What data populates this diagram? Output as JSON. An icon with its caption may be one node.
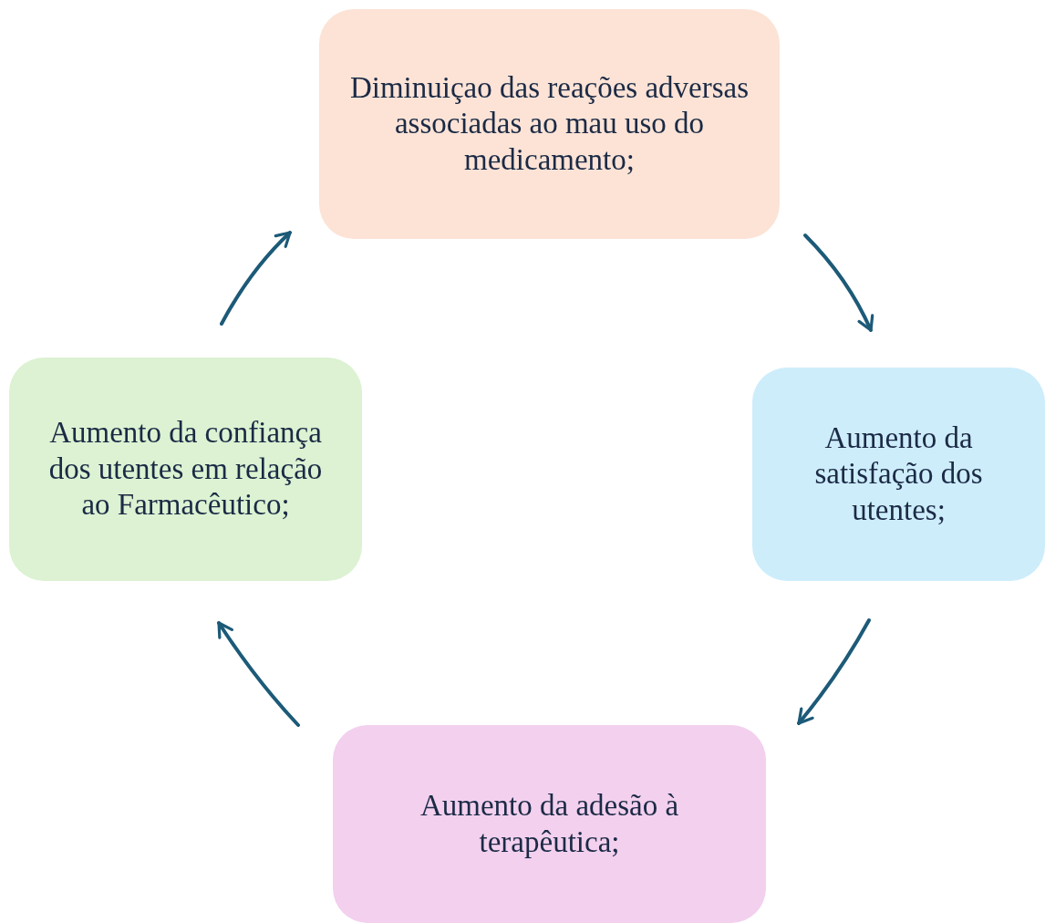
{
  "diagram": {
    "nodes": [
      {
        "text": [
          "Diminuiçao das reações adversas associadas ao mau uso do medicamento;"
        ]
      },
      {
        "text": [
          "Aumento da satisfação dos utentes;"
        ]
      },
      {
        "text": [
          "Aumento da adesão à terapêutica;"
        ]
      },
      {
        "text": [
          "Aumento da confiança dos utentes em relação ao Farmacêutico;"
        ]
      }
    ],
    "edges": [
      {
        "from": 0,
        "to": 1,
        "arrow": "to"
      },
      {
        "from": 1,
        "to": 2,
        "arrow": "to"
      },
      {
        "from": 2,
        "to": 3,
        "arrow": "to"
      },
      {
        "from": 3,
        "to": 0,
        "arrow": "to"
      }
    ]
  }
}
